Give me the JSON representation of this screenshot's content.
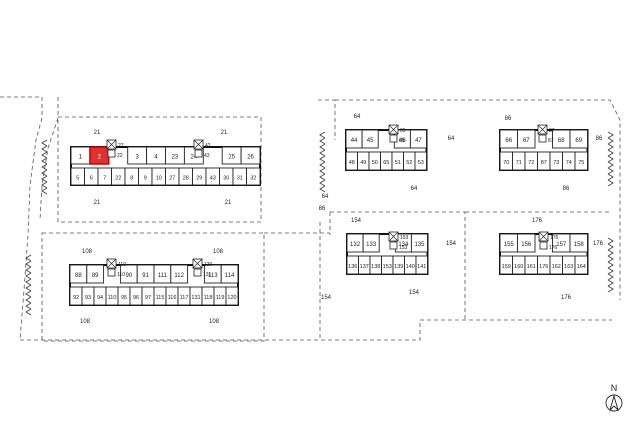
{
  "highlight_unit": "2",
  "compass": {
    "label": "N"
  },
  "buildings": [
    {
      "id": "west-upper",
      "top_row": [
        "1",
        "2",
        "",
        "3",
        "4",
        "23",
        "24",
        "",
        "25",
        "26"
      ],
      "bottom_row": [
        "5",
        "6",
        "7",
        "22",
        "8",
        "9",
        "10",
        "27",
        "28",
        "29",
        "43",
        "30",
        "31",
        "32"
      ],
      "stair_labels": [
        "22",
        "22",
        "42",
        "43"
      ],
      "labels": [
        "21",
        "21",
        "21",
        "21"
      ]
    },
    {
      "id": "west-lower",
      "top_row": [
        "88",
        "89",
        "",
        "90",
        "91",
        "111",
        "112",
        "",
        "113",
        "114"
      ],
      "bottom_row": [
        "92",
        "93",
        "94",
        "110",
        "95",
        "96",
        "97",
        "115",
        "116",
        "117",
        "131",
        "118",
        "119",
        "120"
      ],
      "stair_labels": [
        "110",
        "110",
        "130",
        "131"
      ],
      "labels": [
        "108",
        "108",
        "108",
        "108"
      ]
    },
    {
      "id": "center-upper",
      "top_row": [
        "44",
        "45",
        "",
        "46",
        "47"
      ],
      "bottom_row": [
        "48",
        "49",
        "50",
        "65",
        "51",
        "52",
        "53"
      ],
      "stair_labels": [
        "65",
        "65"
      ],
      "labels": [
        "64",
        "64",
        "64",
        "64"
      ]
    },
    {
      "id": "east-upper",
      "top_row": [
        "66",
        "67",
        "",
        "68",
        "69"
      ],
      "bottom_row": [
        "70",
        "71",
        "72",
        "87",
        "73",
        "74",
        "75"
      ],
      "stair_labels": [
        "87",
        "87"
      ],
      "labels": [
        "86",
        "86",
        "86",
        "86"
      ]
    },
    {
      "id": "center-lower",
      "top_row": [
        "132",
        "133",
        "",
        "134",
        "135"
      ],
      "bottom_row": [
        "136",
        "137",
        "138",
        "153",
        "139",
        "140",
        "141"
      ],
      "stair_labels": [
        "153",
        "153"
      ],
      "labels": [
        "154",
        "154",
        "154",
        "154"
      ]
    },
    {
      "id": "east-lower",
      "top_row": [
        "155",
        "156",
        "",
        "157",
        "158"
      ],
      "bottom_row": [
        "159",
        "160",
        "161",
        "176",
        "162",
        "163",
        "164"
      ],
      "stair_labels": [
        "176",
        "176"
      ],
      "labels": [
        "176",
        "176",
        "176"
      ]
    }
  ]
}
